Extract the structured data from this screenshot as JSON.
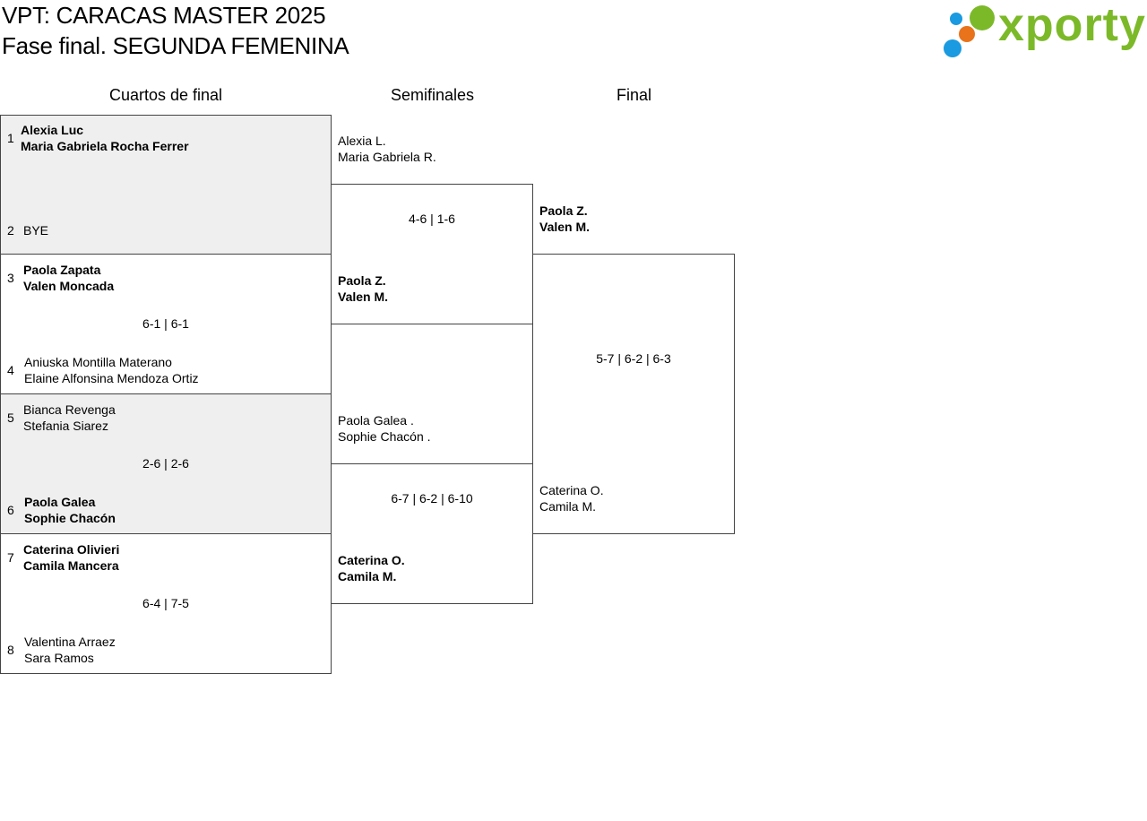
{
  "header": {
    "title_line1": "VPT: CARACAS MASTER 2025",
    "title_line2": "Fase final. SEGUNDA FEMENINA"
  },
  "logo": {
    "text": "xporty",
    "colors": {
      "text": "#7cb929",
      "dot_blue": "#1a9ae0",
      "dot_orange": "#e8731a",
      "dot_green": "#7cb929"
    }
  },
  "rounds": {
    "quarterfinals": "Cuartos de final",
    "semifinals": "Semifinales",
    "final": "Final"
  },
  "quarterfinals": [
    {
      "top": {
        "seed": "1",
        "p1": "Alexia Luc",
        "p2": "Maria Gabriela Rocha Ferrer",
        "winner": true
      },
      "bottom": {
        "seed": "2",
        "p1": "BYE",
        "p2": "",
        "winner": false
      },
      "score": ""
    },
    {
      "top": {
        "seed": "3",
        "p1": "Paola Zapata",
        "p2": "Valen Moncada",
        "winner": true
      },
      "bottom": {
        "seed": "4",
        "p1": "Aniuska Montilla Materano",
        "p2": "Elaine Alfonsina Mendoza Ortiz",
        "winner": false
      },
      "score": "6-1 | 6-1"
    },
    {
      "top": {
        "seed": "5",
        "p1": "Bianca Revenga",
        "p2": "Stefania Siarez",
        "winner": false
      },
      "bottom": {
        "seed": "6",
        "p1": "Paola Galea",
        "p2": "Sophie Chacón",
        "winner": true
      },
      "score": "2-6 | 2-6"
    },
    {
      "top": {
        "seed": "7",
        "p1": "Caterina Olivieri",
        "p2": "Camila Mancera",
        "winner": true
      },
      "bottom": {
        "seed": "8",
        "p1": "Valentina Arraez",
        "p2": "Sara Ramos",
        "winner": false
      },
      "score": "6-4 | 7-5"
    }
  ],
  "semifinals": [
    {
      "top": {
        "p1": "Alexia L.",
        "p2": "Maria Gabriela R.",
        "winner": false
      },
      "bottom": {
        "p1": "Paola Z.",
        "p2": "Valen M.",
        "winner": true
      },
      "score": "4-6 | 1-6"
    },
    {
      "top": {
        "p1": "Paola Galea .",
        "p2": "Sophie Chacón .",
        "winner": false
      },
      "bottom": {
        "p1": "Caterina O.",
        "p2": "Camila M.",
        "winner": true
      },
      "score": "6-7 | 6-2 | 6-10"
    }
  ],
  "final": {
    "top": {
      "p1": "Paola Z.",
      "p2": "Valen M.",
      "winner": true
    },
    "bottom": {
      "p1": "Caterina O.",
      "p2": "Camila M.",
      "winner": false
    },
    "score": "5-7 | 6-2 | 6-3"
  }
}
